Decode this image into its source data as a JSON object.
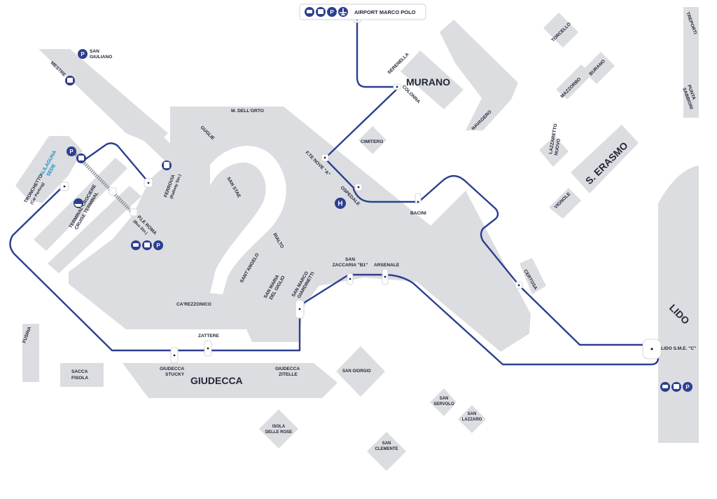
{
  "colors": {
    "route": "#2c3f8f",
    "land": "#dcdde0",
    "text": "#23283a",
    "logo": "#1a8fc9"
  },
  "islands": {
    "murano": "MURANO",
    "giudecca": "GIUDECCA",
    "lido": "LIDO",
    "s_erasmo": "S. ERASMO"
  },
  "stops": {
    "airport": "AIRPORT MARCO POLO",
    "san_giuliano_1": "SAN",
    "san_giuliano_2": "GIULIANO",
    "mestre": "MESTRE",
    "serenella": "SERENELLA",
    "colonna": "COLONNA",
    "navagero": "NAVAGERO",
    "torcello": "TORCELLO",
    "mazzorbo": "MAZZORBO",
    "burano": "BURANO",
    "treporti": "TREPORTI",
    "punta_sabbioni_1": "PUNTA",
    "punta_sabbioni_2": "SABBIONI",
    "m_dell_orto": "M. DELL'ORTO",
    "guglie": "GUGLIE",
    "cimitero": "CIMITERO",
    "fte_nove": "F.TE NOVE \"A\"",
    "ospedale": "OSPEDALE",
    "bacini": "BACINI",
    "lazzaretto_1": "LAZZARETTO",
    "lazzaretto_2": "NUOVO",
    "vignole": "VIGNOLE",
    "certosa": "CERTOSA",
    "alilaguna_1": "ALILAGUNA",
    "alilaguna_2": "SEDE",
    "tronchetto_1": "TRONCHETTO",
    "tronchetto_2": "(Car Parking)",
    "terminal_1": "TERMINAL CROCIERE",
    "terminal_2": "CRUISE TERMINAL",
    "ferrovia_1": "FERROVIA",
    "ferrovia_2": "(Railway Stn.)",
    "ple_roma_1": "P.LE ROMA",
    "ple_roma_2": "(Bus Stn.)",
    "san_stae": "SAN STAE",
    "rialto": "RIALTO",
    "santangelo": "SANT'ANGELO",
    "san_maria_1": "SAN MARIA",
    "san_maria_2": "DEL GIGLIO",
    "san_marco_1": "SAN MARCO",
    "san_marco_2": "GIARDINETTI",
    "san_zaccaria_1": "SAN",
    "san_zaccaria_2": "ZACCARIA \"B1\"",
    "arsenale": "ARSENALE",
    "carezzonico": "CA'REZZONICO",
    "zattere": "ZATTERE",
    "fusina": "FUSINA",
    "sacca_1": "SACCA",
    "sacca_2": "FISOLA",
    "giudecca_stucky_1": "GIUDECCA",
    "giudecca_stucky_2": "STUCKY",
    "giudecca_zitelle_1": "GIUDECCA",
    "giudecca_zitelle_2": "ZITELLE",
    "san_giorgio": "SAN GIORGIO",
    "san_servolo_1": "SAN",
    "san_servolo_2": "SERVOLO",
    "san_lazzaro_1": "SAN",
    "san_lazzaro_2": "LAZZARO",
    "isola_rose_1": "ISOLA",
    "isola_rose_2": "DELLE ROSE",
    "san_clemente_1": "SAN",
    "san_clemente_2": "CLEMENTE",
    "lido_sme": "LIDO S.M.E. \"C\""
  },
  "icons": {
    "parking": "P",
    "bus": "bus-icon",
    "taxi": "taxi-icon",
    "plane": "plane-icon",
    "train": "train-icon",
    "hospital": "H",
    "ship": "ship-icon"
  }
}
